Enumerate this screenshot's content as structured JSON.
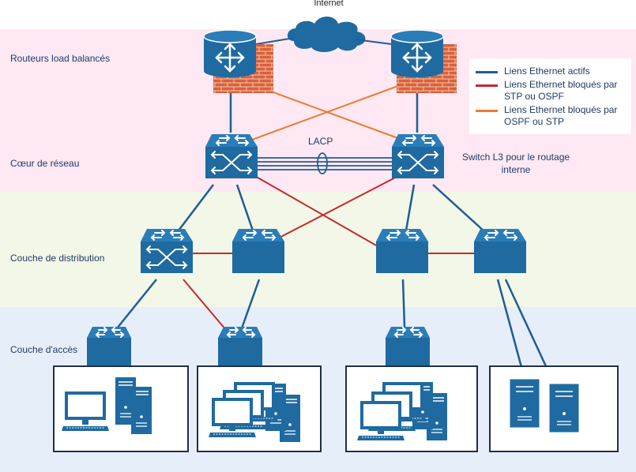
{
  "title": "Internet",
  "layers": {
    "routers": "Routeurs load balancés",
    "core": "Cœur de réseau",
    "distribution": "Couche de distribution",
    "access": "Couche d'accès"
  },
  "labels": {
    "lacp": "LACP",
    "l3_switch": "Switch L3 pour le routage interne"
  },
  "legend": [
    {
      "label": "Liens Ethernet actifs",
      "color": "#1f5d94"
    },
    {
      "label": "Liens Ethernet bloqués par STP ou OSPF",
      "color": "#c8282a"
    },
    {
      "label": "Liens Ethernet bloqués par OSPF ou STP",
      "color": "#ee7b30"
    }
  ],
  "colors": {
    "device_blue": "#1f6aa0",
    "router_band": "#fde8f3",
    "core_band": "#fde8f3",
    "distribution_band": "#f2f7e8",
    "access_band": "#e6eef9",
    "cloud": "#1f6aa0",
    "brick": "#d9613a"
  }
}
